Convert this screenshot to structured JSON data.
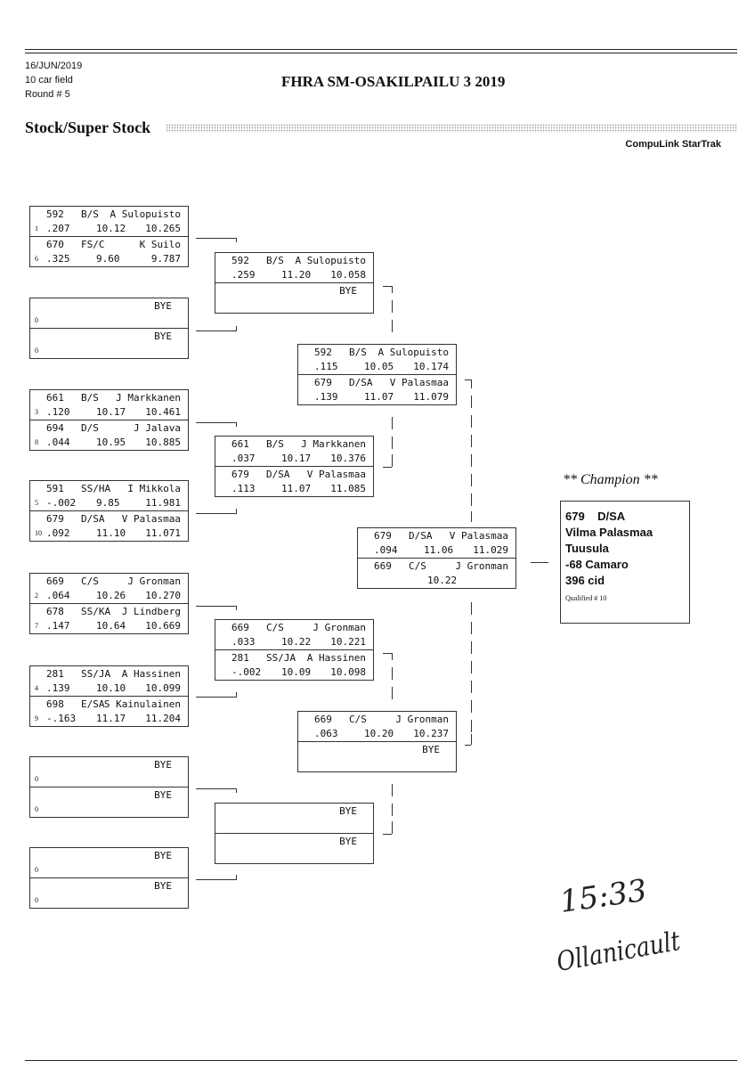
{
  "header": {
    "date": "16/JUN/2019",
    "field": "10 car field",
    "round": "Round # 5",
    "title": "FHRA SM-OSAKILPAILU 3 2019",
    "class_name": "Stock/Super Stock",
    "software": "CompuLink StarTrak"
  },
  "round1": [
    {
      "top": {
        "num": "592",
        "cls": "B/S",
        "driver": "A Sulopuisto",
        "seed": "1",
        "rt": ".207",
        "et": "10.12",
        "dial": "10.265"
      },
      "bottom": {
        "num": "670",
        "cls": "FS/C",
        "driver": "K Suilo",
        "seed": "6",
        "rt": ".325",
        "et": "9.60",
        "dial": "9.787"
      }
    },
    {
      "top": {
        "bye": "BYE",
        "seed": "0"
      },
      "bottom": {
        "bye": "BYE",
        "seed": "0"
      }
    },
    {
      "top": {
        "num": "661",
        "cls": "B/S",
        "driver": "J Markkanen",
        "seed": "3",
        "rt": ".120",
        "et": "10.17",
        "dial": "10.461"
      },
      "bottom": {
        "num": "694",
        "cls": "D/S",
        "driver": "J Jalava",
        "seed": "8",
        "rt": ".044",
        "et": "10.95",
        "dial": "10.885"
      }
    },
    {
      "top": {
        "num": "591",
        "cls": "SS/HA",
        "driver": "I Mikkola",
        "seed": "5",
        "rt": "-.002",
        "et": "9.85",
        "dial": "11.981"
      },
      "bottom": {
        "num": "679",
        "cls": "D/SA",
        "driver": "V Palasmaa",
        "seed": "10",
        "rt": ".092",
        "et": "11.10",
        "dial": "11.071"
      }
    },
    {
      "top": {
        "num": "669",
        "cls": "C/S",
        "driver": "J Gronman",
        "seed": "2",
        "rt": ".064",
        "et": "10.26",
        "dial": "10.270"
      },
      "bottom": {
        "num": "678",
        "cls": "SS/KA",
        "driver": "J Lindberg",
        "seed": "7",
        "rt": ".147",
        "et": "10.64",
        "dial": "10.669"
      }
    },
    {
      "top": {
        "num": "281",
        "cls": "SS/JA",
        "driver": "A Hassinen",
        "seed": "4",
        "rt": ".139",
        "et": "10.10",
        "dial": "10.099"
      },
      "bottom": {
        "num": "698",
        "cls": "E/SA",
        "driver": "S Kainulainen",
        "seed": "9",
        "rt": "-.163",
        "et": "11.17",
        "dial": "11.204"
      }
    },
    {
      "top": {
        "bye": "BYE",
        "seed": "0"
      },
      "bottom": {
        "bye": "BYE",
        "seed": "0"
      }
    },
    {
      "top": {
        "bye": "BYE",
        "seed": "0"
      },
      "bottom": {
        "bye": "BYE",
        "seed": "0"
      }
    }
  ],
  "round2": [
    {
      "top": {
        "num": "592",
        "cls": "B/S",
        "driver": "A Sulopuisto",
        "rt": ".259",
        "et": "11.20",
        "dial": "10.058"
      },
      "bottom": {
        "bye": "BYE"
      }
    },
    {
      "top": {
        "num": "661",
        "cls": "B/S",
        "driver": "J Markkanen",
        "rt": ".037",
        "et": "10.17",
        "dial": "10.376"
      },
      "bottom": {
        "num": "679",
        "cls": "D/SA",
        "driver": "V Palasmaa",
        "rt": ".113",
        "et": "11.07",
        "dial": "11.085"
      }
    },
    {
      "top": {
        "num": "669",
        "cls": "C/S",
        "driver": "J Gronman",
        "rt": ".033",
        "et": "10.22",
        "dial": "10.221"
      },
      "bottom": {
        "num": "281",
        "cls": "SS/JA",
        "driver": "A Hassinen",
        "rt": "-.002",
        "et": "10.09",
        "dial": "10.098"
      }
    },
    {
      "top": {
        "bye": "BYE"
      },
      "bottom": {
        "bye": "BYE"
      }
    }
  ],
  "round3": [
    {
      "top": {
        "num": "592",
        "cls": "B/S",
        "driver": "A Sulopuisto",
        "rt": ".115",
        "et": "10.05",
        "dial": "10.174"
      },
      "bottom": {
        "num": "679",
        "cls": "D/SA",
        "driver": "V Palasmaa",
        "rt": ".139",
        "et": "11.07",
        "dial": "11.079"
      }
    },
    {
      "top": {
        "num": "669",
        "cls": "C/S",
        "driver": "J Gronman",
        "rt": ".063",
        "et": "10.20",
        "dial": "10.237"
      },
      "bottom": {
        "bye": "BYE"
      }
    }
  ],
  "final": {
    "top": {
      "num": "679",
      "cls": "D/SA",
      "driver": "V Palasmaa",
      "rt": ".094",
      "et": "11.06",
      "dial": "11.029"
    },
    "bottom": {
      "num": "669",
      "cls": "C/S",
      "driver": "J Gronman",
      "et": "10.22"
    }
  },
  "champion": {
    "heading": "** Champion **",
    "car": "679    D/SA",
    "name": "Vilma Palasmaa",
    "town": "Tuusula",
    "vehicle": "-68 Camaro",
    "engine": "396 cid",
    "qualified": "Qualified # 10"
  },
  "handwriting": {
    "time": "15:33",
    "signature": "Ollanicault"
  }
}
